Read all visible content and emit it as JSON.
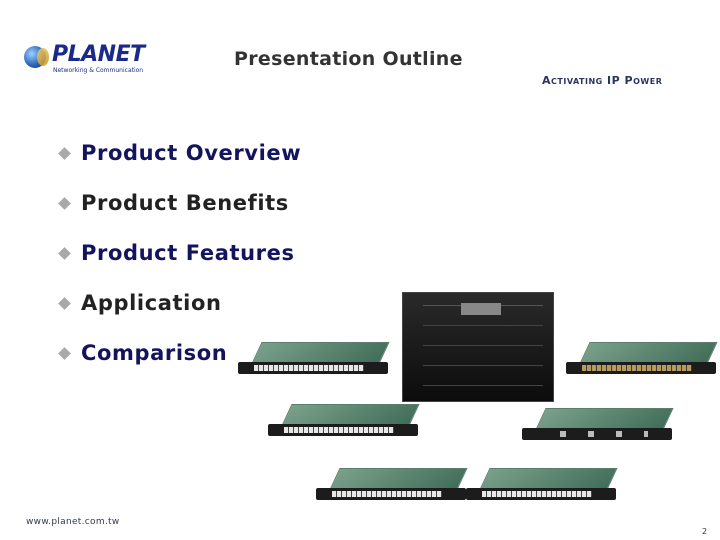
{
  "header": {
    "logo": {
      "wordmark": "PLANET",
      "tagline": "Networking & Communication",
      "icon": "globe-icon"
    },
    "title": "Presentation Outline",
    "slogan": "Activating IP Power"
  },
  "outline": {
    "bullet_icon": "diamond-bullet-icon",
    "items": [
      {
        "label": "Product Overview",
        "color": "#14135e"
      },
      {
        "label": "Product Benefits",
        "color": "#222222"
      },
      {
        "label": "Product Features",
        "color": "#14135e"
      },
      {
        "label": "Application",
        "color": "#222222"
      },
      {
        "label": "Comparison",
        "color": "#14135e"
      }
    ]
  },
  "images": {
    "chassis": "modular-switch-chassis-photo",
    "cards": [
      "48-port-rj45-line-card",
      "48-port-sfp-line-card",
      "rj45-sfp-combo-line-card",
      "10g-uplink-line-card",
      "rj45-sfp-10g-combo-line-card",
      "48-port-rj45-line-card-2"
    ]
  },
  "footer": {
    "url": "www.planet.com.tw",
    "page_number": "2"
  }
}
